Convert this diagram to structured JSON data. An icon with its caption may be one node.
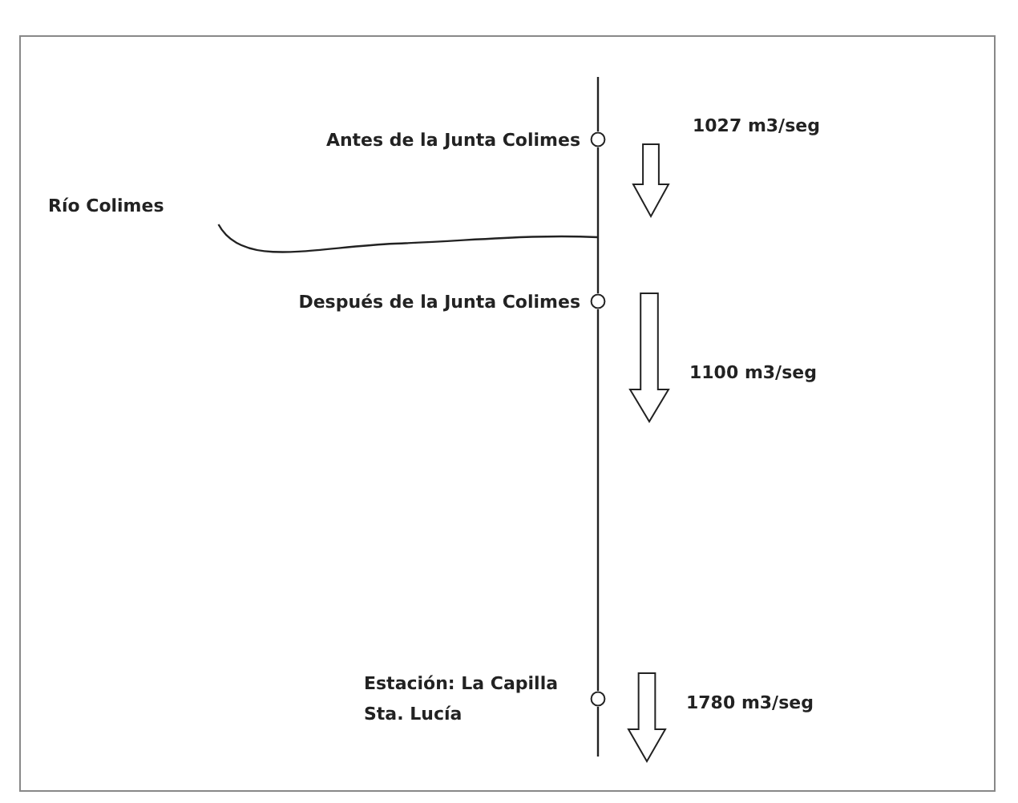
{
  "diagram": {
    "nodes": [
      {
        "text": [
          "Antes de la Junta Colimes"
        ]
      },
      {
        "text": [
          "Después de la Junta Colimes"
        ]
      },
      {
        "text": [
          "Estación: La Capilla Sta. Lucía"
        ]
      },
      {
        "text": [
          "Río Colimes"
        ]
      }
    ],
    "edges": [
      {
        "from": 0,
        "to": 1,
        "arrow": "none"
      },
      {
        "from": 1,
        "to": 2,
        "arrow": "none"
      },
      {
        "from": 3,
        "to": null,
        "arrow": "none"
      }
    ],
    "labels": [
      "1027 m3/seg",
      "1100 m3/seg",
      "1780 m3/seg"
    ]
  }
}
